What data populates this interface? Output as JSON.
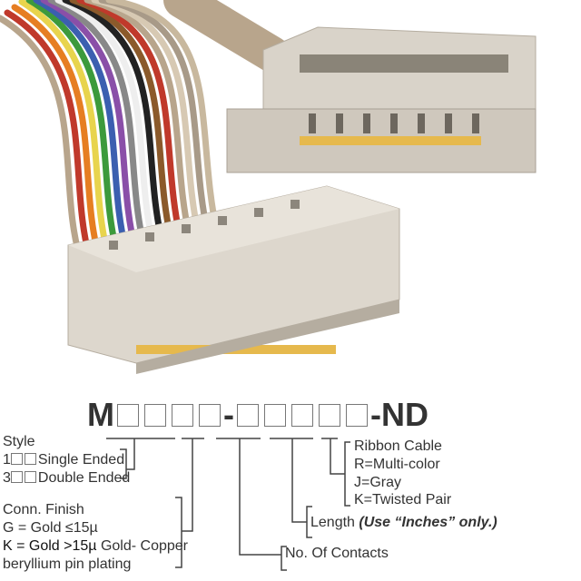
{
  "part_number": {
    "prefix": "M",
    "separator": "-",
    "suffix": "-ND",
    "group1_boxes": 4,
    "group2_boxes": 5
  },
  "style": {
    "title": "Style",
    "single": {
      "code": "1",
      "label": "Single Ended"
    },
    "double": {
      "code": "3",
      "label": "Double Ended"
    }
  },
  "finish": {
    "title": "Conn. Finish",
    "g": "G = Gold ≤15µ",
    "k_code": "K = Gold >15µ",
    "k_rest": " Gold- Copper",
    "k_line2": "beryllium pin plating"
  },
  "contacts": {
    "label": "No. Of Contacts"
  },
  "length": {
    "label": "Length ",
    "note": "(Use “Inches” only.)"
  },
  "cable": {
    "title": "Ribbon Cable",
    "r": "R=Multi-color",
    "j": "J=Gray",
    "k": "K=Twisted Pair"
  }
}
